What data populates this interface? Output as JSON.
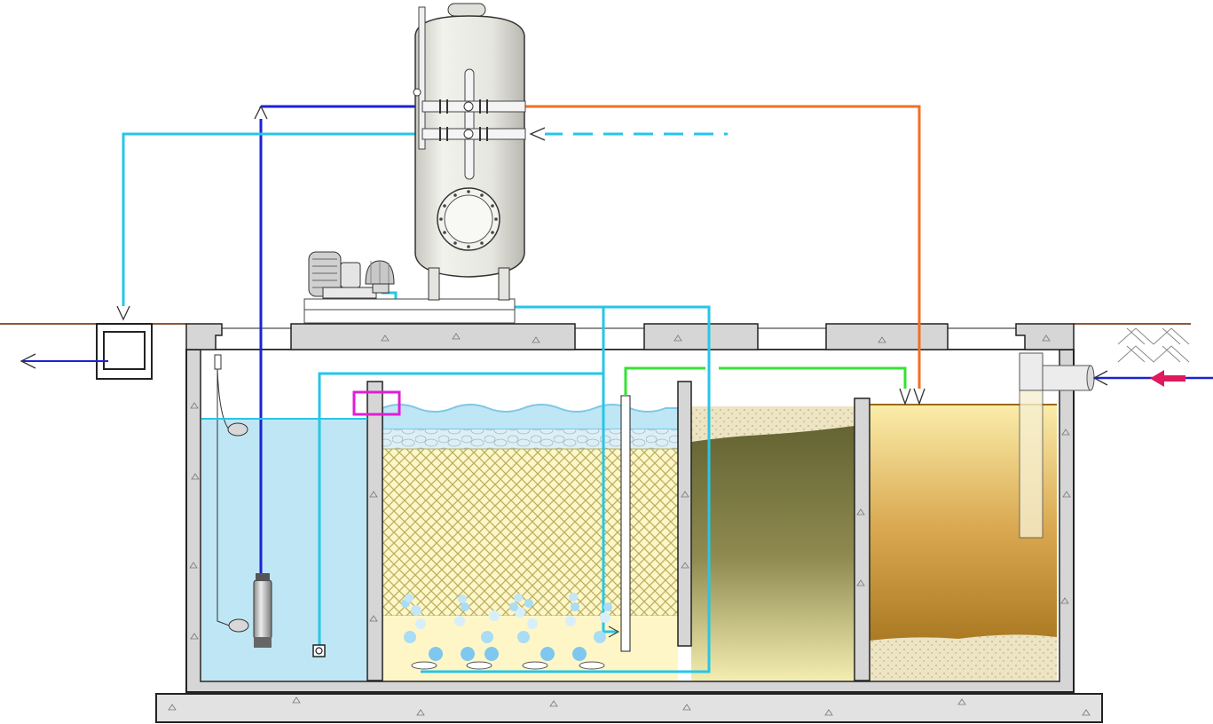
{
  "diagram": {
    "kind": "wastewater treatment plant cross-section",
    "colors": {
      "ground_line": "#8B5A3C",
      "concrete": "#D6D6D6",
      "clear_water": "#BFE6F4",
      "water_surface": "#7EC8E6",
      "media_net": "#B8B060",
      "media_fill": "#FFF6C8",
      "sludge_dark": "#6B6B3A",
      "settler_brown": "#9A6A14",
      "settler_light": "#F7E7A0",
      "air_line": "#26C6E8",
      "pump_line": "#1A23D6",
      "backwash_line": "#F07020",
      "recirc_line": "#33E333",
      "inlet_arrow": "#E0195E",
      "outlet_arrow": "#1A23D6",
      "marker_box": "#E01ED6",
      "tank_shell": "#E6E6E0"
    },
    "components": [
      {
        "id": "pressure-filter-vessel",
        "icon": "vertical-tank-icon"
      },
      {
        "id": "air-blower",
        "icon": "blower-icon"
      },
      {
        "id": "submersible-pump",
        "icon": "pump-icon"
      },
      {
        "id": "float-switches",
        "icon": "float-icon"
      },
      {
        "id": "inspection-chamber",
        "icon": "manhole-icon"
      },
      {
        "id": "inlet-pipe",
        "icon": "pipe-tee-icon"
      },
      {
        "id": "diffusers",
        "icon": "diffuser-icon"
      },
      {
        "id": "pipe-control-box",
        "icon": "rectangle-marker-icon"
      }
    ]
  }
}
